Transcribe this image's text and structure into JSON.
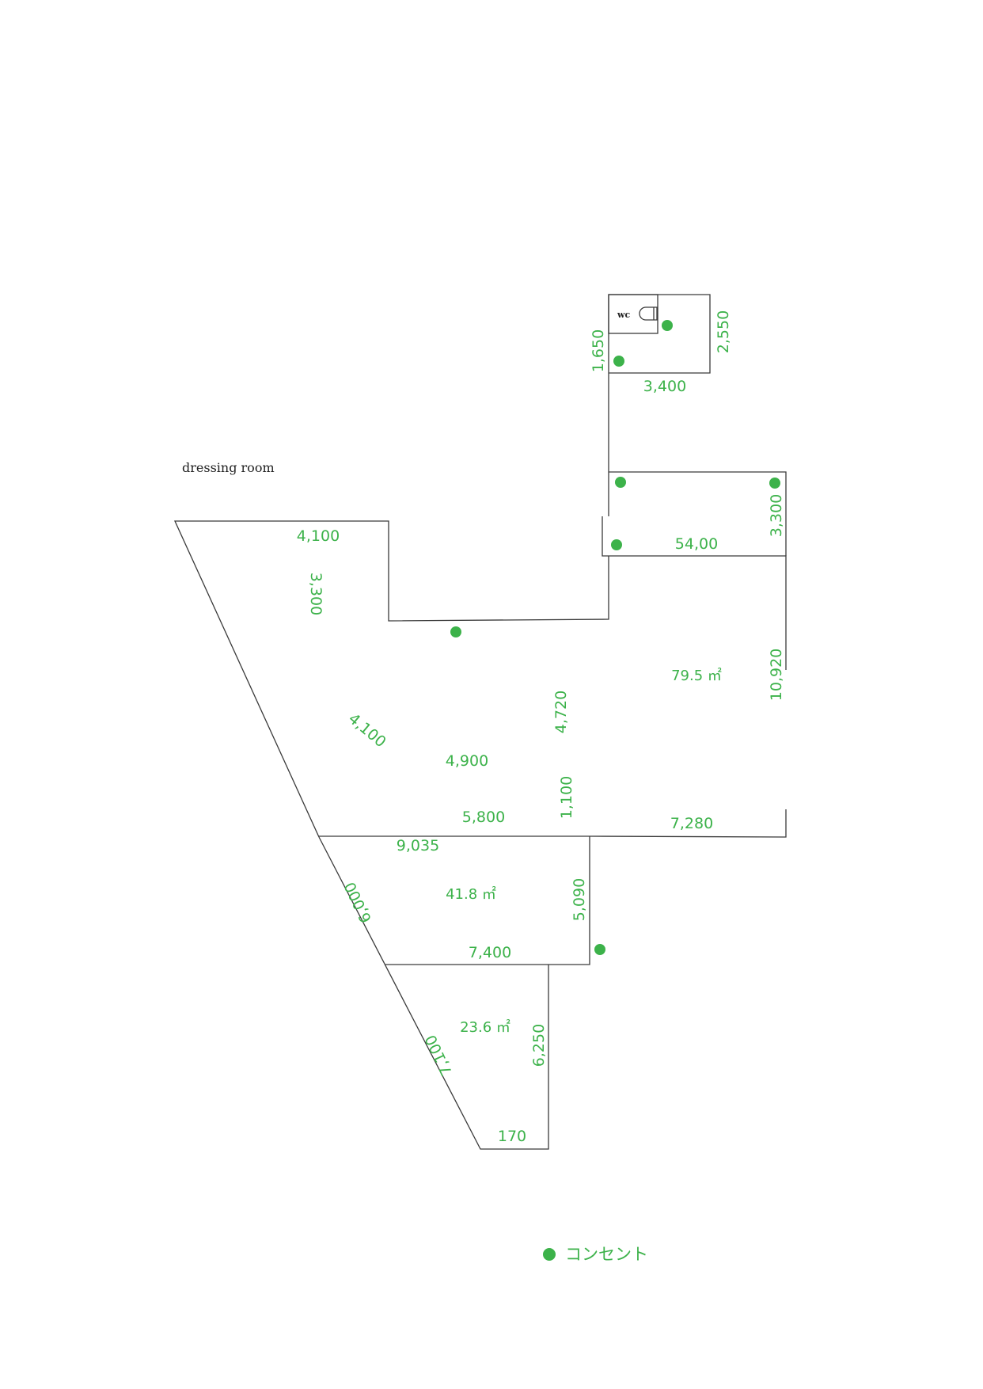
{
  "labels": {
    "dressing_room": "dressing room",
    "wc": "wc"
  },
  "dimensions": {
    "wc_height_left": "1,650",
    "wc_height_right": "2,550",
    "wc_width": "3,400",
    "annex_height": "3,300",
    "annex_width": "54,00",
    "top_left_width": "4,100",
    "top_left_height": "3,300",
    "main_right_height": "10,920",
    "main_diagonal": "4,100",
    "main_inner_height": "4,720",
    "main_inner_width": "4,900",
    "main_step_height": "1,100",
    "main_bottom_left": "5,800",
    "main_bottom_right": "7,280",
    "mid_top_width": "9,035",
    "mid_diagonal": "6,000",
    "mid_right_height": "5,090",
    "mid_bottom_width": "7,400",
    "low_diagonal": "7,100",
    "low_right_height": "6,250",
    "low_bottom_width": "170"
  },
  "areas": {
    "main": "79.5 ㎡",
    "middle": "41.8 ㎡",
    "lower": "23.6 ㎡"
  },
  "legend": {
    "outlet_label": "コンセント"
  },
  "colors": {
    "accent_green": "#3cb24a",
    "wall_line": "#3a3a3a"
  }
}
